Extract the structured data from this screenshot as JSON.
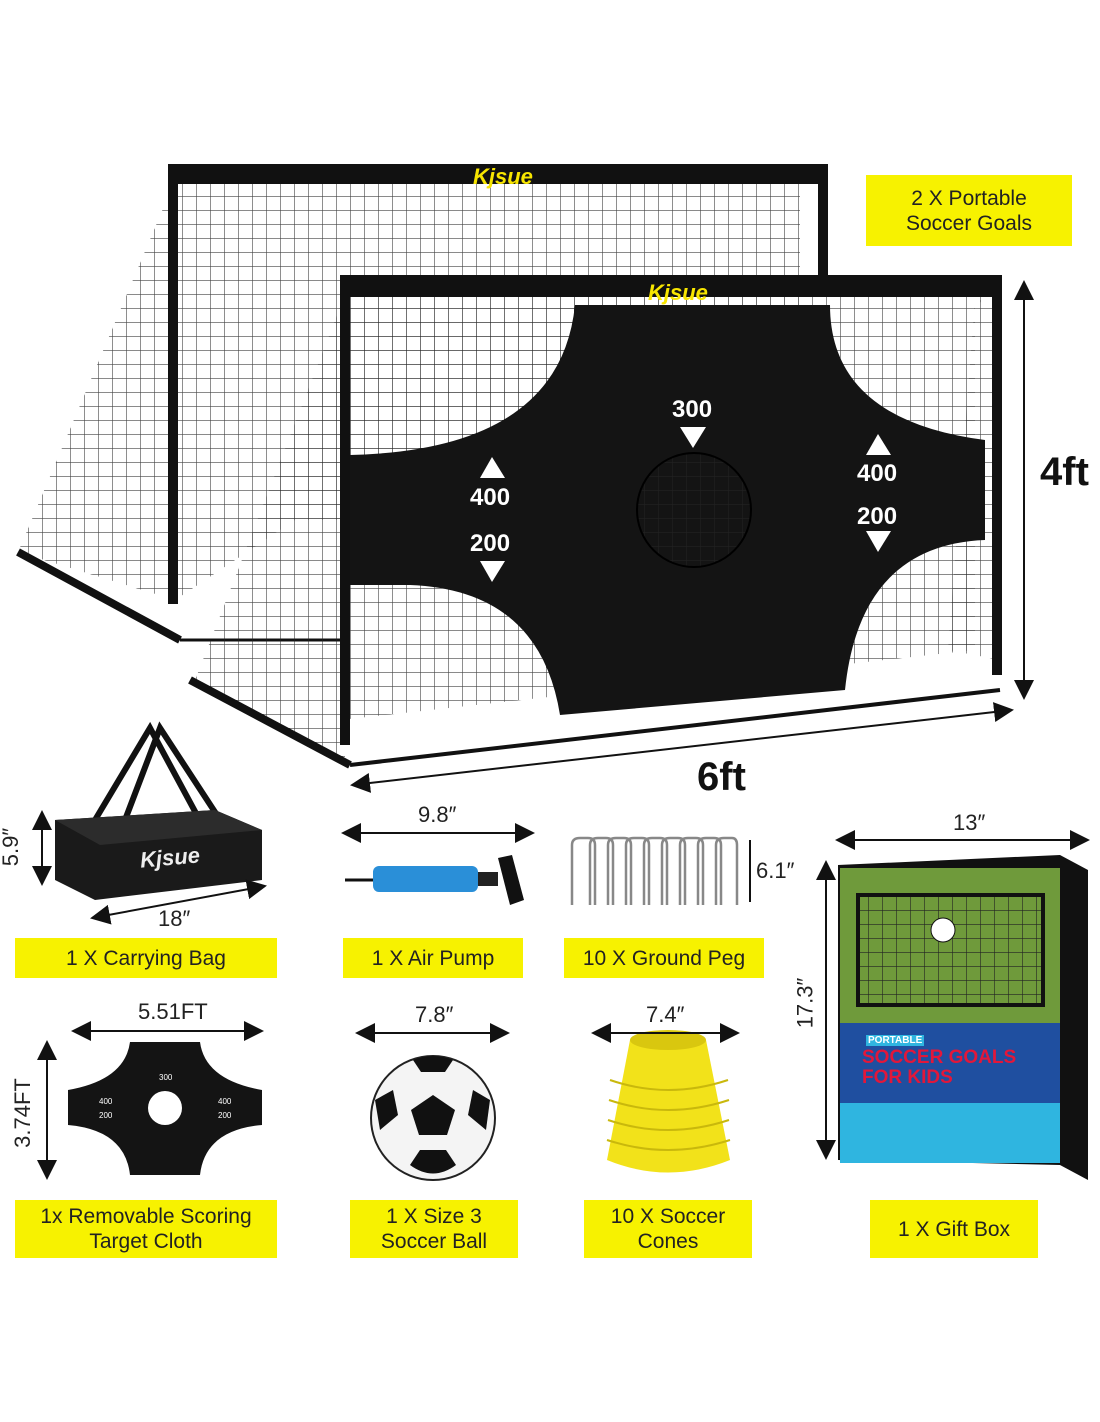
{
  "brand": "Kjsue",
  "colors": {
    "label_yellow": "#f7f200",
    "frame_black": "#111111",
    "pump_blue": "#2a8fd8",
    "cone_yellow": "#f2e21a"
  },
  "goals": {
    "label": "2 X Portable Soccer Goals",
    "height": "4ft",
    "width": "6ft",
    "target_scores": {
      "top": "300",
      "left_upper": "400",
      "left_lower": "200",
      "right_upper": "400",
      "right_lower": "200"
    }
  },
  "items": [
    {
      "label": "1 X Carrying Bag",
      "dims": [
        "5.9″",
        "18″"
      ]
    },
    {
      "label": "1 X Air Pump",
      "dims": [
        "9.8″"
      ]
    },
    {
      "label": "10 X Ground Peg",
      "dims": [
        "6.1″"
      ]
    },
    {
      "label": "1 X Gift Box",
      "dims": [
        "13″",
        "17.3″"
      ]
    },
    {
      "label": "1x Removable Scoring Target Cloth",
      "dims": [
        "5.51FT",
        "3.74FT"
      ]
    },
    {
      "label": "1 X Size 3 Soccer Ball",
      "dims": [
        "7.8″"
      ]
    },
    {
      "label": "10 X Soccer Cones",
      "dims": [
        "7.4″"
      ]
    }
  ],
  "gift_box": {
    "tag": "PORTABLE",
    "title_line1": "SOCCER GOALS",
    "title_line2": "FOR KIDS"
  }
}
